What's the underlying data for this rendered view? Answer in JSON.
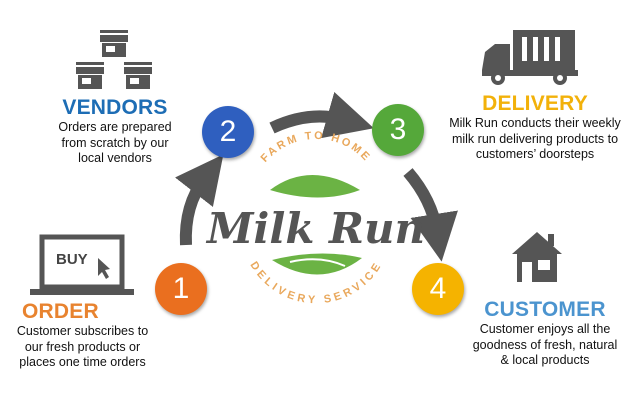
{
  "logo": {
    "top_text": "FARM TO HOME",
    "name": "Milk Run",
    "bottom_text": "DELIVERY SERVICE"
  },
  "steps": [
    {
      "number": "1",
      "title": "ORDER",
      "description": [
        "Customer subscribes to",
        "our fresh products or",
        "places one time orders"
      ],
      "icon": "buy-laptop-icon",
      "icon_text": "BUY",
      "color": "#e8832f",
      "circle_color": "#ea6f1f"
    },
    {
      "number": "2",
      "title": "VENDORS",
      "description": [
        "Orders are prepared",
        "from scratch by our",
        "local vendors"
      ],
      "icon": "storefront-icon",
      "color": "#1d6db5",
      "circle_color": "#2f5fbf"
    },
    {
      "number": "3",
      "title": "DELIVERY",
      "description": [
        "Milk Run conducts their weekly",
        "milk run delivering products to",
        "customers’ doorsteps"
      ],
      "icon": "delivery-truck-icon",
      "color": "#f2b10a",
      "circle_color": "#55a83a"
    },
    {
      "number": "4",
      "title": "CUSTOMER",
      "description": [
        "Customer enjoys all the",
        "goodness of fresh, natural",
        "& local products"
      ],
      "icon": "house-icon",
      "color": "#4b94cf",
      "circle_color": "#f5b300"
    }
  ]
}
